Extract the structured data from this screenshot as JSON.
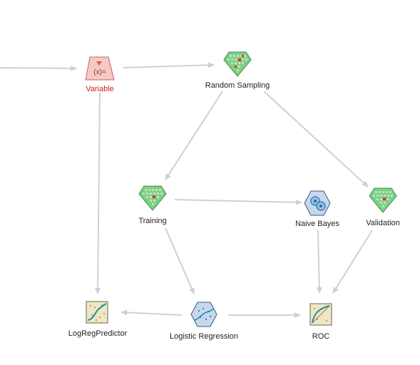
{
  "nodes": {
    "variable": {
      "label": "Variable",
      "label_color": "#cc2222"
    },
    "random_sampling": {
      "label": "Random Sampling"
    },
    "training": {
      "label": "Training"
    },
    "naive_bayes": {
      "label": "Naive Bayes"
    },
    "validation": {
      "label": "Validation"
    },
    "logreg_predictor": {
      "label": "LogRegPredictor"
    },
    "logistic_regression": {
      "label": "Logistic Regression"
    },
    "roc": {
      "label": "ROC"
    }
  },
  "colors": {
    "edge": "#d0d0d0",
    "label": "#222222",
    "gem_fill": "#7fcf86",
    "gem_dark": "#3f8f49",
    "gem_accent": "#e53030",
    "hex_fill": "#c5d8ee",
    "hex_dark": "#3d5a7a",
    "plot_fill": "#f1e6c2",
    "plot_line": "#1b8ea6",
    "var_fill": "#f6c9c4",
    "var_stroke": "#bf6a62"
  },
  "icons": {
    "variable": "variable-icon",
    "random_sampling": "sampling-gem-icon",
    "training": "sampling-gem-icon",
    "validation": "sampling-gem-icon",
    "naive_bayes": "naive-bayes-hex-icon",
    "logistic_regression": "logistic-regression-hex-icon",
    "logreg_predictor": "predictor-plot-icon",
    "roc": "roc-plot-icon"
  }
}
